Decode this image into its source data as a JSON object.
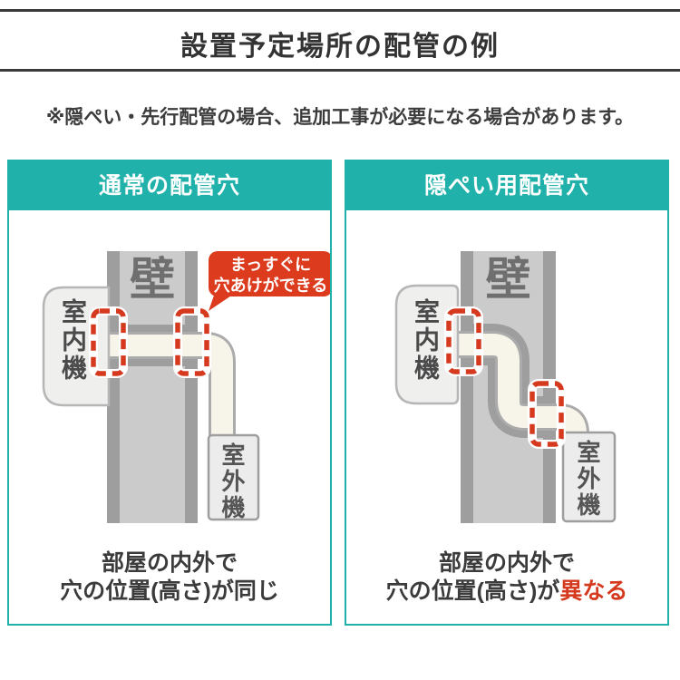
{
  "header": {
    "title": "設置予定場所の配管の例",
    "note": "※隠ぺい・先行配管の場合、追加工事が必要になる場合があります。"
  },
  "colors": {
    "teal": "#20b2aa",
    "red": "#d53a1f",
    "wall_face": "#cbcbcb",
    "wall_edge": "#9e9e9e",
    "pipe_fill": "#f7f4ea",
    "pipe_outline": "#ababab",
    "unit_fill": "#efefee"
  },
  "panels": {
    "left": {
      "title": "通常の配管穴",
      "wall_label": "壁",
      "indoor_label": "室内機",
      "outdoor_label": "室外機",
      "callout_line1": "まっすぐに",
      "callout_line2": "穴あけができる",
      "caption_line1": "部屋の内外で",
      "caption_line2": "穴の位置(高さ)が同じ"
    },
    "right": {
      "title": "隠ぺい用配管穴",
      "wall_label": "壁",
      "indoor_label": "室内機",
      "outdoor_label": "室外機",
      "caption_line1": "部屋の内外で",
      "caption_line2_prefix": "穴の位置(高さ)が",
      "caption_line2_highlight": "異なる"
    }
  }
}
